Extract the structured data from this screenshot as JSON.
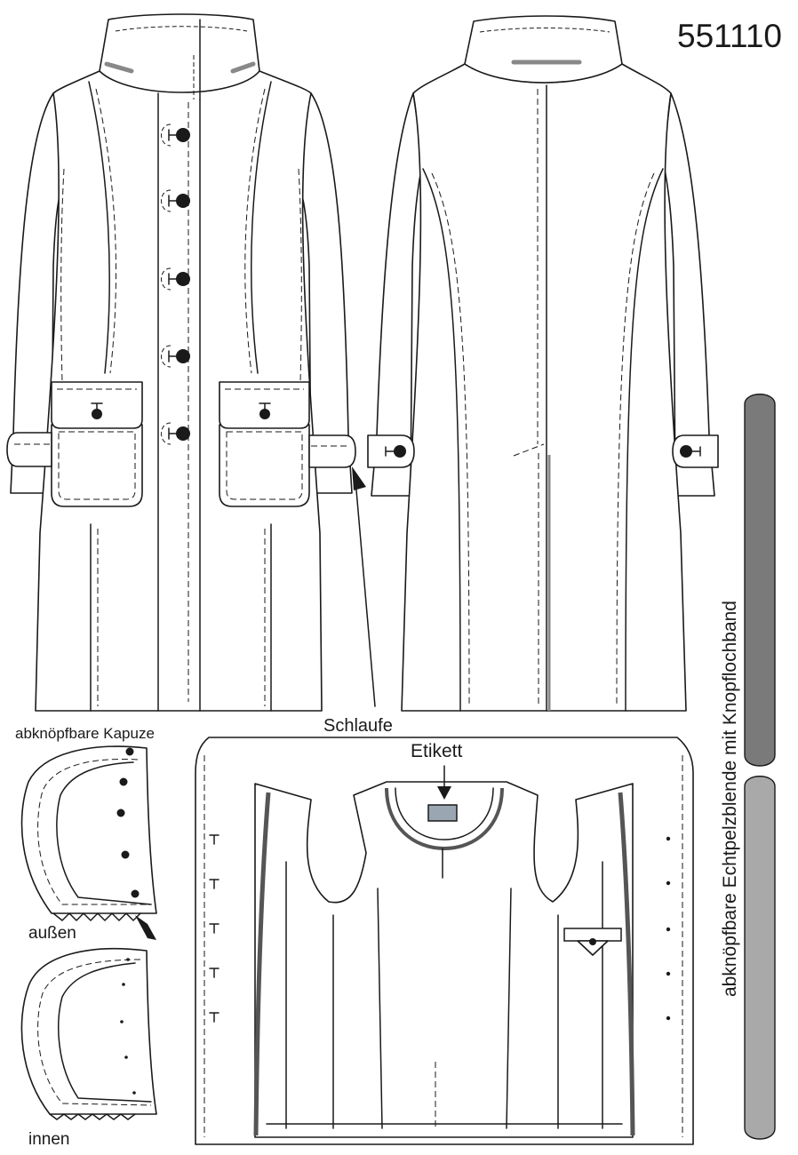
{
  "article_number": "551110",
  "labels": {
    "loop": "Schlaufe",
    "label_tag": "Etikett",
    "hood_title": "abknöpfbare Kapuze",
    "hood_outer": "außen",
    "hood_inner": "innen",
    "fur_trim": "abknöpfbare Echtpelzblende mit Knopflochband"
  },
  "colors": {
    "line": "#1a1a1a",
    "fur_band_dark": "#7a7a7a",
    "fur_band_light": "#a9a9a9",
    "label_tag_fill": "#9aa7b2",
    "trim_grey": "#888888"
  }
}
